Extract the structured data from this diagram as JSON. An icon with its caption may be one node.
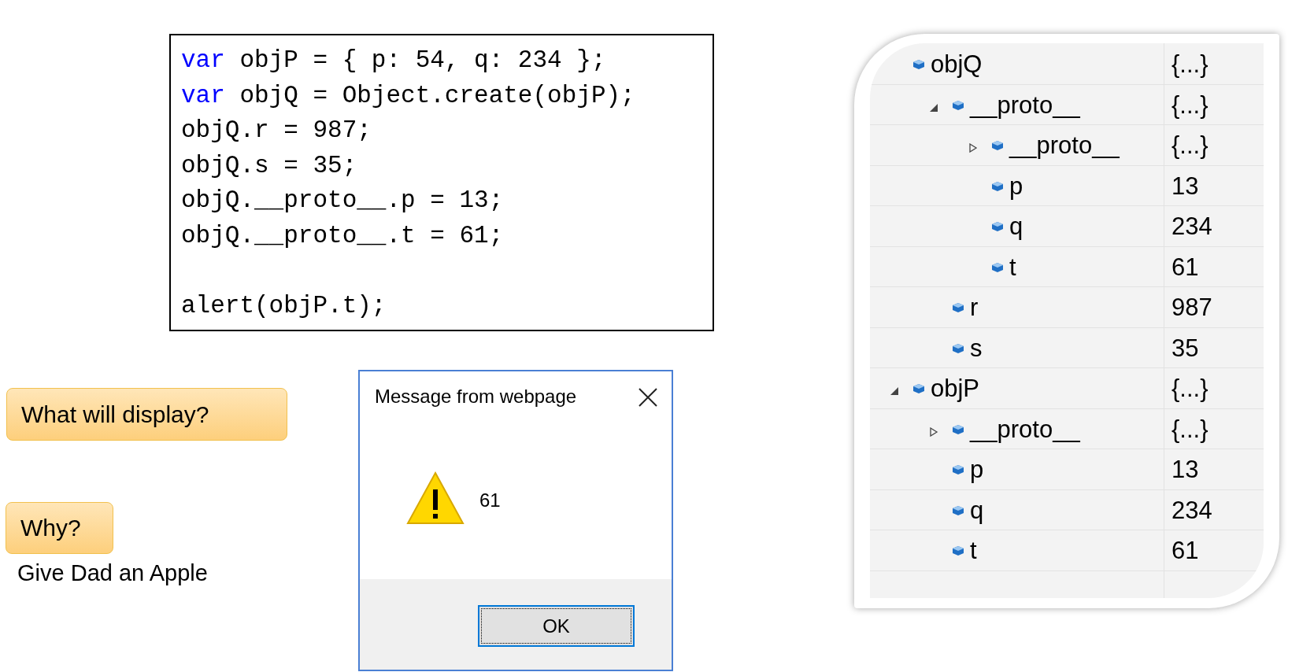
{
  "diagram": {
    "nodes": [
      {
        "text": [
          "var objP = { p: 54, q: 234 };",
          "var objQ = Object.create(objP);",
          "objQ.r = 987;",
          "objQ.s = 35;",
          "objQ.__proto__.p = 13;",
          "objQ.__proto__.t = 61;",
          "alert(objP.t);"
        ]
      },
      {
        "text": [
          "What will display?"
        ]
      },
      {
        "text": [
          "Why?"
        ]
      },
      {
        "text": [
          "Message from webpage",
          "61"
        ]
      },
      {
        "text": [
          "OK"
        ],
        "in": 3
      }
    ],
    "labels": [
      "Give Dad an Apple",
      "objQ",
      "{...}",
      "__proto__",
      "{...}",
      "__proto__",
      "{...}",
      "p",
      "13",
      "q",
      "234",
      "t",
      "61",
      "r",
      "987",
      "s",
      "35",
      "objP",
      "{...}",
      "__proto__",
      "{...}",
      "p",
      "13",
      "q",
      "234",
      "t",
      "61"
    ]
  }
}
